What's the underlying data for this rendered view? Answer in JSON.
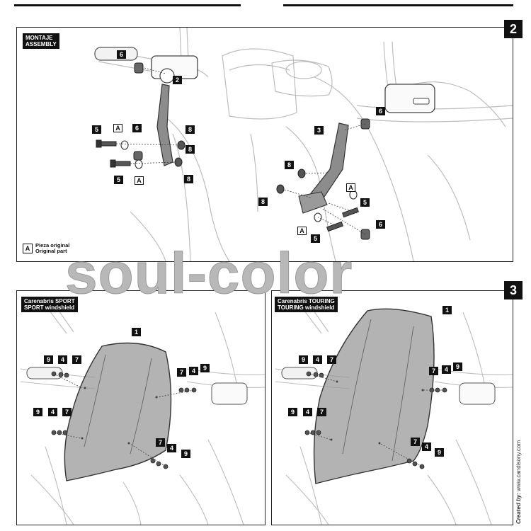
{
  "watermark": "soul-color",
  "credit": {
    "prefix": "Created by:",
    "url": "www.candisony.com"
  },
  "panel_top": {
    "step": "2",
    "title_line1": "MONTAJE",
    "title_line2": "ASSEMBLY",
    "legend_letter": "A",
    "legend_line1": "Pieza original",
    "legend_line2": "Original part",
    "callouts": [
      "6",
      "2",
      "5",
      "A",
      "6",
      "8",
      "8",
      "5",
      "A",
      "8",
      "3",
      "6",
      "8",
      "A",
      "5",
      "8",
      "A",
      "5",
      "6"
    ]
  },
  "panel_bl": {
    "title_line1": "Carenabris SPORT",
    "title_line2": "SPORT windshield",
    "callouts": [
      "1",
      "9",
      "4",
      "7",
      "7",
      "4",
      "9",
      "9",
      "4",
      "7",
      "7",
      "4",
      "9"
    ]
  },
  "panel_br": {
    "step": "3",
    "title_line1": "Carenabris TOURING",
    "title_line2": "TOURING windshield",
    "callouts": [
      "1",
      "9",
      "4",
      "7",
      "7",
      "4",
      "9",
      "9",
      "4",
      "7",
      "7",
      "4",
      "9"
    ]
  }
}
